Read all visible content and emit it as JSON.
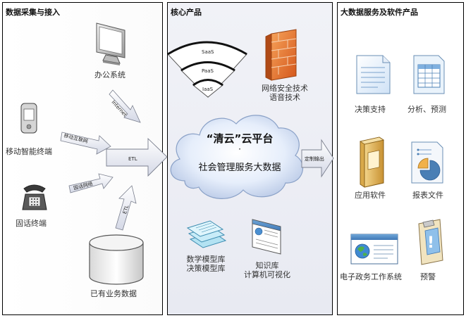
{
  "panels": {
    "left_title": "数据采集与接入",
    "mid_title": "核心产品",
    "right_title": "大数据服务及软件产品"
  },
  "left": {
    "office_label": "办公系统",
    "mobile_label": "移动智能终端",
    "landline_label": "固话终端",
    "db_label": "已有业务数据",
    "arrow_internet": "Internet",
    "arrow_mobile_net": "移动互联网",
    "arrow_fixed_net": "固话网络",
    "arrow_etl_main": "ETL",
    "arrow_etl_db": "ETL"
  },
  "mid": {
    "layer_saas": "SaaS",
    "layer_paas": "PaaS",
    "layer_iaas": "IaaS",
    "security_line1": "网络安全技术",
    "security_line2": "语音技术",
    "cloud_line1": "“清云”云平台",
    "cloud_dot": "·",
    "cloud_line2": "社会管理服务大数据",
    "models_line1": "数学模型库",
    "models_line2": "决策模型库",
    "knowledge_line1": "知识库",
    "knowledge_line2": "计算机可视化",
    "output_arrow": "定制输出"
  },
  "right": {
    "items": [
      {
        "label": "决策支持",
        "icon": "document-icon"
      },
      {
        "label": "分析、预测",
        "icon": "spreadsheet-icon"
      },
      {
        "label": "应用软件",
        "icon": "software-box-icon"
      },
      {
        "label": "报表文件",
        "icon": "report-chart-icon"
      },
      {
        "label": "电子政务工作系统",
        "icon": "e-government-window-icon"
      },
      {
        "label": "预警",
        "icon": "warning-clipboard-icon"
      }
    ]
  }
}
